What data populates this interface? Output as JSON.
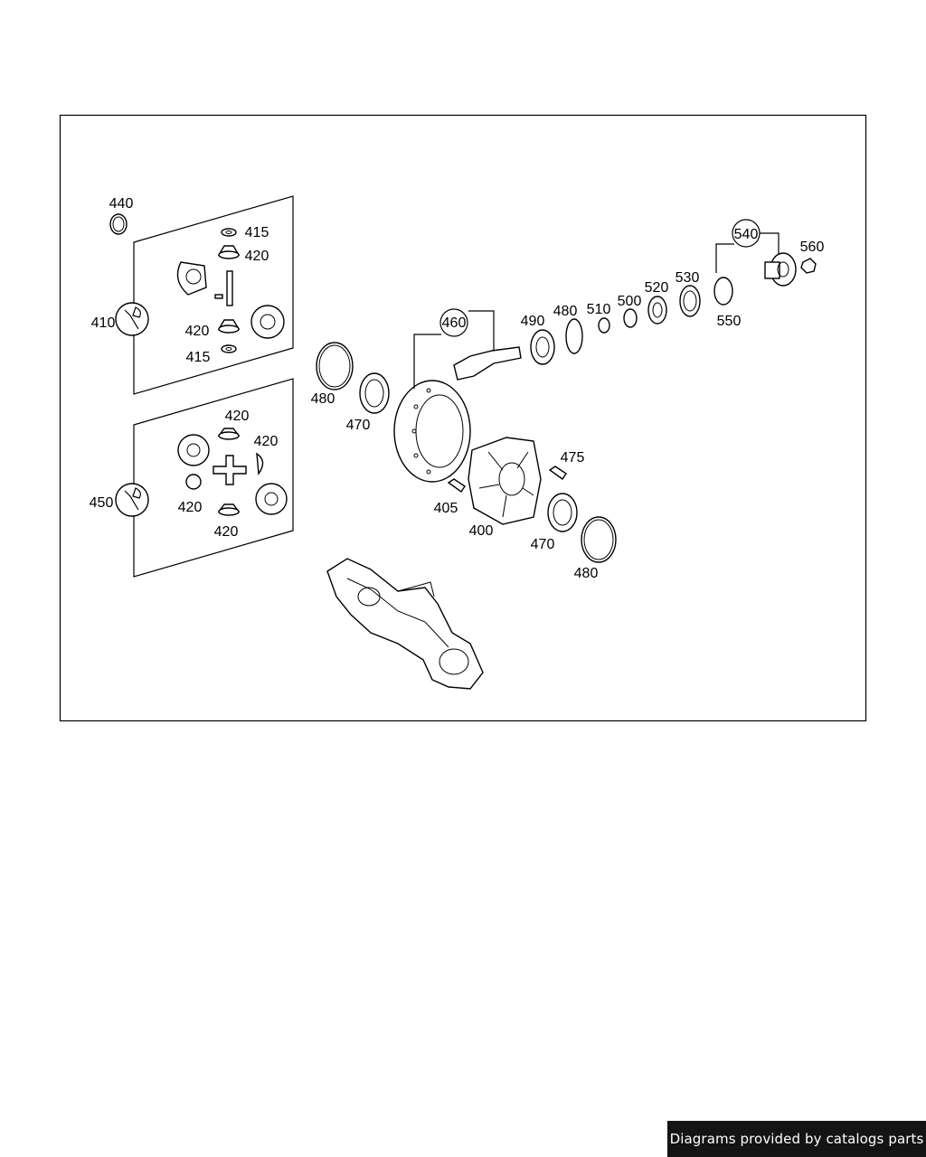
{
  "diagram": {
    "callouts": {
      "c440": "440",
      "c415a": "415",
      "c420a": "420",
      "c410": "410",
      "c420b": "420",
      "c415b": "415",
      "c420c": "420",
      "c420d": "420",
      "c450": "450",
      "c420e": "420",
      "c420f": "420",
      "c480a": "480",
      "c470a": "470",
      "c460": "460",
      "c490": "490",
      "c480b": "480",
      "c510": "510",
      "c500": "500",
      "c520": "520",
      "c530": "530",
      "c540": "540",
      "c560": "560",
      "c550": "550",
      "c475": "475",
      "c405": "405",
      "c400": "400",
      "c470b": "470",
      "c480c": "480"
    },
    "icons": [
      "wrench-icon",
      "wrench-icon"
    ]
  },
  "watermark": {
    "text": "Diagrams provided by catalogs parts"
  },
  "colors": {
    "line": "#000000",
    "background": "#ffffff",
    "watermark_bg": "#141414",
    "watermark_text": "#ffffff"
  }
}
